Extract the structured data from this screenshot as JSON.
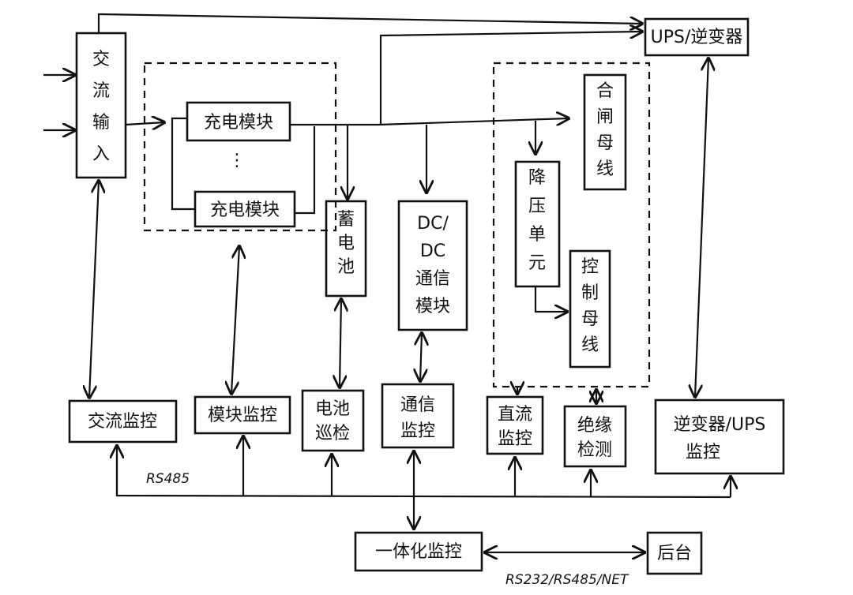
{
  "nodes": {
    "ac_input": "交流输入",
    "charge_module_top": "充电模块",
    "charge_dots": "⋮",
    "charge_module_bottom": "充电模块",
    "battery": "蓄电池",
    "dcdc": [
      "DC/",
      "DC",
      "通信",
      "模块"
    ],
    "closing_bus": "合闸母线",
    "step_down": "降压单元",
    "control_bus": "控制母线",
    "ups_inverter": "UPS/逆变器",
    "ac_monitor": "交流监控",
    "module_monitor": "模块监控",
    "battery_inspect": [
      "电池",
      "巡检"
    ],
    "comm_monitor": [
      "通信",
      "监控"
    ],
    "dc_monitor": [
      "直流",
      "监控"
    ],
    "insulation_detect": [
      "绝缘",
      "检测"
    ],
    "inverter_ups_monitor": [
      "逆变器/UPS",
      "监控"
    ],
    "integrated_monitor": "一体化监控",
    "backend": "后台"
  },
  "labels": {
    "rs485": "RS485",
    "protocols": "RS232/RS485/NET"
  }
}
